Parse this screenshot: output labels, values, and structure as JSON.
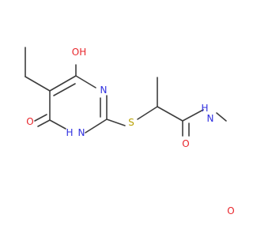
{
  "structure": {
    "atoms": {
      "o_hydroxyl": {
        "label": "OH",
        "color": "#e8252b"
      },
      "n_ring_upper": {
        "label": "N",
        "color": "#3030e0"
      },
      "n_ring_lower_h": {
        "label": "H",
        "color": "#3030e0"
      },
      "n_ring_lower": {
        "label": "N",
        "color": "#3030e0"
      },
      "o_ring_carbonyl": {
        "label": "O",
        "color": "#e8252b"
      },
      "s_thioether": {
        "label": "S",
        "color": "#b8a000"
      },
      "o_amide": {
        "label": "O",
        "color": "#e8252b"
      },
      "n_amide": {
        "label": "N",
        "color": "#3030e0"
      },
      "h_amide": {
        "label": "H",
        "color": "#3030e0"
      },
      "o_acetyl": {
        "label": "O",
        "color": "#e8252b"
      }
    },
    "bond_color": "#3d3d3d"
  }
}
